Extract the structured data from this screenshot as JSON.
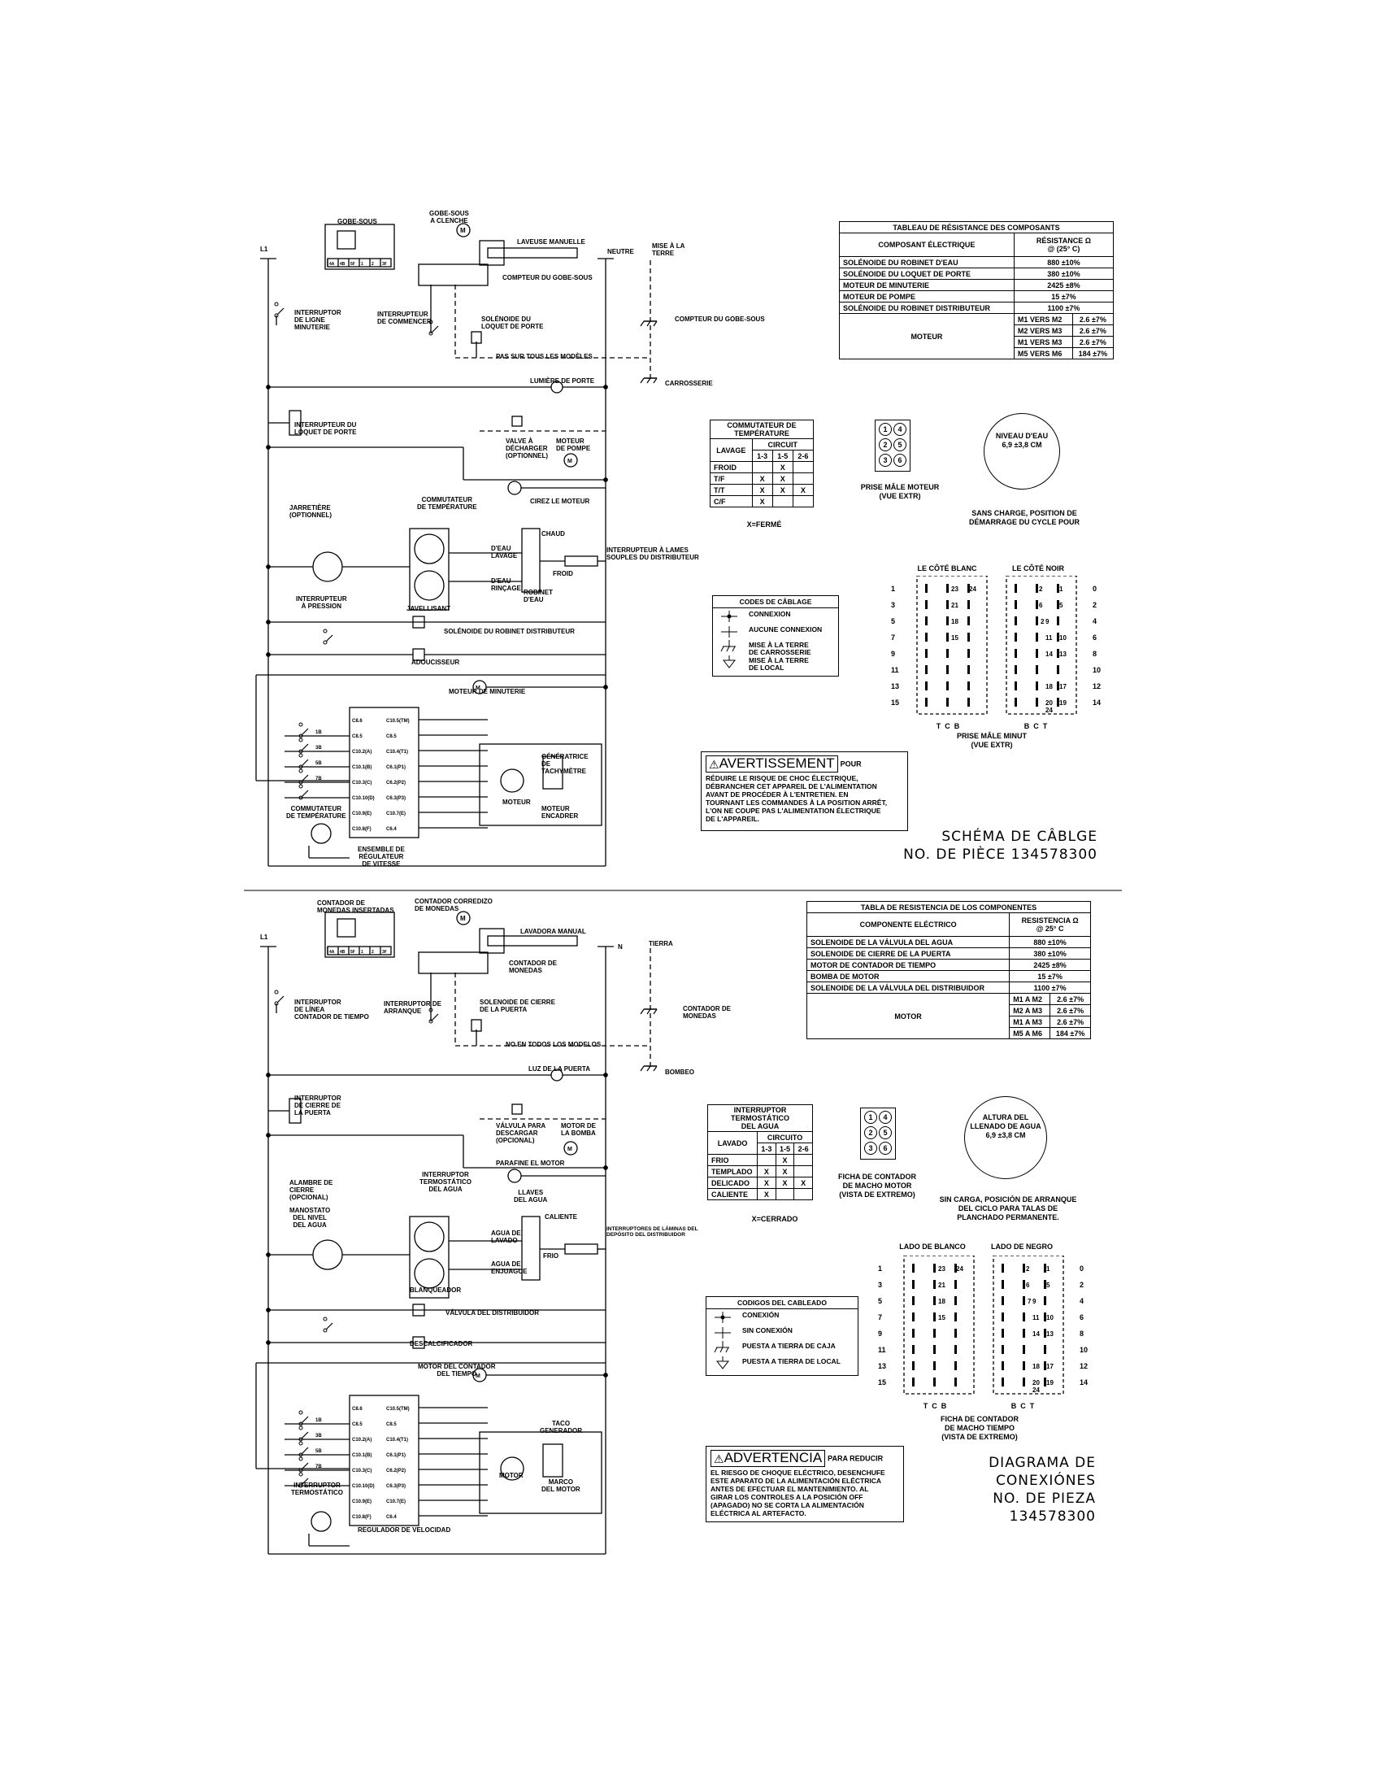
{
  "fr": {
    "labels": {
      "l1": "L1",
      "gobe_sous": "GOBE-SOUS",
      "gobe_sous_a_clenche": "GOBE-SOUS\nA CLENCHE",
      "laveuse_manuelle": "LAVEUSE MANUELLE",
      "neutre": "NEUTRE",
      "mise_terre": "MISE À LA\nTERRE",
      "compteur_gobe_sous_1": "COMPTEUR DU GOBE-SOUS",
      "compteur_gobe_sous_2": "COMPTEUR DU GOBE-SOUS",
      "interruptor_ligne": "INTERRUPTOR\nDE LIGNE\nMINUTERIE",
      "interrupteur_commencer": "INTERRUPTEUR\nDE COMMENCER",
      "solenoide_loquet": "SOLÉNOIDE DU\nLOQUET DE PORTE",
      "pas_sur_tous": "PAS SUR TOUS LES MODÈLES",
      "carrosserie": "CARROSSERIE",
      "lumiere_porte": "LUMIÈRE DE PORTE",
      "interrupteur_loquet": "INTERRUPTEUR DU\nLOQUET DE PORTE",
      "valve_decharger": "VALVE À\nDÉCHARGER\n(OPTIONNEL)",
      "moteur_pompe": "MOTEUR\nDE POMPE",
      "cirez_moteur": "CIREZ LE MOTEUR",
      "commutateur_temp": "COMMUTATEUR\nDE TEMPÉRATURE",
      "jarretiere": "JARRETIÈRE\n(OPTIONNEL)",
      "chaud": "CHAUD",
      "deau_lavage": "D'EAU\nLAVAGE",
      "deau_rincage": "D'EAU\nRINÇAGE",
      "robinet_deau": "ROBINET\nD'EAU",
      "froid": "FROID",
      "interrupteur_lames": "INTERRUPTEUR À LAMES\nSOUPLES DU DISTRIBUTEUR",
      "interrupteur_pression": "INTERRUPTEUR\nÀ PRESSION",
      "javellisant": "JAVELLISANT",
      "solenoide_robinet_dist": "SOLÉNOIDE DU ROBINET DISTRIBUTEUR",
      "adoucisseur": "ADOUCISSEUR",
      "moteur_minuterie": "MOTEUR DE MINUTERIE",
      "generatrice": "GÉNÉRATRICE\nDE\nTACHYMÈTRE",
      "moteur": "MOTEUR",
      "moteur_encadrer": "MOTEUR\nENCADRER",
      "commutateur_temp_2": "COMMUTATEUR\nDE TEMPÉRATURE",
      "ensemble_regulateur": "ENSEMBLE DE\nRÉGULATEUR\nDE VITESSE"
    },
    "resistance_table": {
      "title": "TABLEAU DE RÉSISTANCE DES COMPOSANTS",
      "col1": "COMPOSANT ÉLECTRIQUE",
      "col2": "RÉSISTANCE Ω\n@ (25° C)",
      "rows": [
        {
          "name": "SOLÉNOIDE DU ROBINET D'EAU",
          "value": "880 ±10%"
        },
        {
          "name": "SOLÉNOIDE DU LOQUET DE PORTE",
          "value": "380 ±10%"
        },
        {
          "name": "MOTEUR DE MINUTERIE",
          "value": "2425 ±8%"
        },
        {
          "name": "MOTEUR DE POMPE",
          "value": "15 ±7%"
        },
        {
          "name": "SOLÉNOIDE DU ROBINET DISTRIBUTEUR",
          "value": "1100 ±7%"
        }
      ],
      "motor_label": "MOTEUR",
      "motor_rows": [
        {
          "name": "M1 VERS M2",
          "value": "2.6 ±7%"
        },
        {
          "name": "M2 VERS M3",
          "value": "2.6 ±7%"
        },
        {
          "name": "M1 VERS M3",
          "value": "2.6 ±7%"
        },
        {
          "name": "M5 VERS M6",
          "value": "184 ±7%"
        }
      ]
    },
    "switch_table": {
      "title": "COMMUTATEUR DE\nTEMPÉRATURE",
      "circuit": "CIRCUIT",
      "row_head": "LAVAGE",
      "cols": [
        "1-3",
        "1-5",
        "2-6"
      ],
      "rows": [
        {
          "name": "FROID",
          "cells": [
            "",
            "X",
            ""
          ]
        },
        {
          "name": "T/F",
          "cells": [
            "X",
            "X",
            ""
          ]
        },
        {
          "name": "T/T",
          "cells": [
            "X",
            "X",
            "X"
          ]
        },
        {
          "name": "C/F",
          "cells": [
            "X",
            "",
            ""
          ]
        }
      ],
      "legend": "X=FERMÉ"
    },
    "plug": {
      "cells": [
        "1",
        "4",
        "2",
        "5",
        "3",
        "6"
      ],
      "caption": "PRISE MÂLE MOTEUR\n(VUE EXTR)"
    },
    "level": {
      "text": "NIVEAU D'EAU\n6,9 ±3,8 cm",
      "caption": "SANS CHARGE, POSITION DE\nDÉMARRAGE DU CYCLE POUR"
    },
    "codes": {
      "title": "CODES DE CÂBLAGE",
      "items": [
        "CONNEXION",
        "AUCUNE CONNEXION",
        "MISE À LA TERRE\nDE CARROSSERIE",
        "MISE À LA TERRE\nDE LOCAL"
      ]
    },
    "timer": {
      "left_title": "LE CÔTÉ BLANC",
      "right_title": "LE CÔTÉ NOIR",
      "left_nums": [
        "1",
        "3",
        "5",
        "7",
        "9",
        "11",
        "13",
        "15"
      ],
      "right_nums": [
        "0",
        "2",
        "4",
        "6",
        "8",
        "10",
        "12",
        "14"
      ],
      "inner_left": [
        "23",
        "24",
        "21",
        "18",
        "15"
      ],
      "inner_right": [
        "2",
        "1",
        "6",
        "5",
        "2",
        "9",
        "11",
        "10",
        "14",
        "13",
        "18",
        "17",
        "20",
        "19",
        "24"
      ],
      "left_foot": "T  C  B",
      "right_foot": "B  C  T",
      "caption": "PRISE MÂLE MINUT\n(VUE EXTR)"
    },
    "warning": {
      "head": "AVERTISSEMENT",
      "tail": "POUR",
      "body": "RÉDUIRE LE RISQUE DE CHOC ÉLECTRIQUE,\nDÉBRANCHER CET APPAREIL DE L'ALIMENTATION\nAVANT DE PROCÉDER À L'ENTRETIEN. EN\nTOURNANT LES COMMANDES À LA POSITION ARRÊT,\nL'ON NE COUPE PAS L'ALIMENTATION ÉLECTRIQUE\nDE L'APPAREIL."
    },
    "title": "SCHÉMA DE CÂBLGE\nNO. DE PIÈCE 134578300"
  },
  "es": {
    "labels": {
      "l1": "L1",
      "contador_monedas_ins": "CONTADOR DE\nMONEDAS INSERTADAS",
      "contador_corredizo": "CONTADOR CORREDIZO\nDE MONEDAS",
      "lavadora_manual": "LAVADORA MANUAL",
      "n": "N",
      "tierra": "TIERRA",
      "contador_monedas": "CONTADOR DE\nMONEDAS",
      "contador_monedas_2": "CONTADOR DE\nMONEDAS",
      "interruptor_linea": "INTERRUPTOR\nDE LÍNEA\nCONTADOR DE TIEMPO",
      "interruptor_arranque": "INTERRUPTOR DE\nARRANQUE",
      "solenoide_cierre": "SOLENOIDE DE CIERRE\nDE LA PUERTA",
      "no_en_todos": "NO EN TODOS LOS MODELOS",
      "bombeo": "BOMBEO",
      "luz_puerta": "LUZ DE LA PUERTA",
      "interruptor_cierre": "INTERRUPTOR\nDE CIERRE DE\nLA PUERTA",
      "valvula_descargar": "VÁLVULA PARA\nDESCARGAR\n(OPCIONAL)",
      "motor_bomba": "MOTOR DE\nLA BOMBA",
      "parafine_motor": "PARAFINE EL MOTOR",
      "alambre_cierre": "ALAMBRE DE\nCIERRE\n(OPCIONAL)",
      "interruptor_termostatico": "INTERRUPTOR\nTERMOSTÁTICO\nDEL AGUA",
      "llaves_agua": "LLAVES\nDEL AGUA",
      "caliente": "CALIENTE",
      "agua_lavado": "AGUA DE\nLAVADO",
      "agua_enjuague": "AGUA DE\nENJUAGUE",
      "frio": "FRIO",
      "manostato": "MANOSTATO\nDEL NIVEL\nDEL AGUA",
      "interruptores_laminas": "INTERRUPTORES DE LÁMINAS DEL\nDEPÓSITO DEL DISTRIBUIDOR",
      "blanqueador": "BLANQUEADOR",
      "valvula_distribuidor": "VÁLVULA DEL DISTRIBUIDOR",
      "descalcificador": "DESCALCIFICADOR",
      "motor_contador": "MOTOR DEL CONTADOR\nDEL TIEMPO",
      "taco_generador": "TACO\nGENERADOR",
      "motor": "MOTOR",
      "marco_motor": "MARCO\nDEL MOTOR",
      "interruptor_termo_2": "INTERRUPTOR\nTERMOSTÁTICO",
      "regulador_velocidad": "REGULADOR DE VELOCIDAD"
    },
    "resistance_table": {
      "title": "TABLA DE RESISTENCIA DE LOS COMPONENTES",
      "col1": "COMPONENTE ELÉCTRICO",
      "col2": "RESISTENCIA Ω\n@ 25° C",
      "rows": [
        {
          "name": "SOLENOIDE DE LA VÁLVULA DEL AGUA",
          "value": "880 ±10%"
        },
        {
          "name": "SOLENOIDE DE CIERRE DE LA PUERTA",
          "value": "380 ±10%"
        },
        {
          "name": "MOTOR DE CONTADOR DE TIEMPO",
          "value": "2425 ±8%"
        },
        {
          "name": "BOMBA DE MOTOR",
          "value": "15 ±7%"
        },
        {
          "name": "SOLENOIDE DE LA VÁLVULA DEL DISTRIBUIDOR",
          "value": "1100 ±7%"
        }
      ],
      "motor_label": "MOTOR",
      "motor_rows": [
        {
          "name": "M1 A M2",
          "value": "2.6 ±7%"
        },
        {
          "name": "M2 A M3",
          "value": "2.6 ±7%"
        },
        {
          "name": "M1 A M3",
          "value": "2.6 ±7%"
        },
        {
          "name": "M5 A M6",
          "value": "184 ±7%"
        }
      ]
    },
    "switch_table": {
      "title": "INTERRUPTOR\nTERMOSTÁTICO\nDEL AGUA",
      "circuit": "CIRCUITO",
      "row_head": "LAVADO",
      "cols": [
        "1-3",
        "1-5",
        "2-6"
      ],
      "rows": [
        {
          "name": "FRIO",
          "cells": [
            "",
            "X",
            ""
          ]
        },
        {
          "name": "TEMPLADO",
          "cells": [
            "X",
            "X",
            ""
          ]
        },
        {
          "name": "DELICADO",
          "cells": [
            "X",
            "X",
            "X"
          ]
        },
        {
          "name": "CALIENTE",
          "cells": [
            "X",
            "",
            ""
          ]
        }
      ],
      "legend": "X=CERRADO"
    },
    "plug": {
      "cells": [
        "1",
        "4",
        "2",
        "5",
        "3",
        "6"
      ],
      "caption": "FICHA DE CONTADOR\nDE MACHO MOTOR\n(VISTA DE EXTREMO)"
    },
    "level": {
      "text": "ALTURA DEL\nLLENADO DE AGUA\n6,9 ±3,8 cm",
      "caption": "SIN CARGA, POSICIÓN DE ARRANQUE\nDEL CICLO PARA TALAS DE\nPLANCHADO PERMANENTE."
    },
    "codes": {
      "title": "CODIGOS DEL CABLEADO",
      "items": [
        "CONEXIÓN",
        "SIN CONEXIÓN",
        "PUESTA A TIERRA DE CAJA",
        "PUESTA A TIERRA DE LOCAL"
      ]
    },
    "timer": {
      "left_title": "LADO DE BLANCO",
      "right_title": "LADO DE NEGRO",
      "left_nums": [
        "1",
        "3",
        "5",
        "7",
        "9",
        "11",
        "13",
        "15"
      ],
      "right_nums": [
        "0",
        "2",
        "4",
        "6",
        "8",
        "10",
        "12",
        "14"
      ],
      "inner_left": [
        "23",
        "24",
        "21",
        "18",
        "15"
      ],
      "inner_right": [
        "2",
        "1",
        "6",
        "5",
        "7",
        "9",
        "11",
        "10",
        "14",
        "13",
        "18",
        "17",
        "20",
        "19",
        "24"
      ],
      "left_foot": "T  C  B",
      "right_foot": "B  C  T",
      "caption": "FICHA DE CONTADOR\nDE MACHO TIEMPO\n(VISTA DE EXTREMO)"
    },
    "warning": {
      "head": "ADVERTENCIA",
      "tail": "PARA REDUCIR",
      "body": "EL RIESGO DE CHOQUE ELÉCTRICO, DESENCHUFE\nESTE APARATO DE LA ALIMENTACIÓN ELÉCTRICA\nANTES DE EFECTUAR EL MANTENIMIENTO. AL\nGIRAR LOS CONTROLES A LA POSICIÓN OFF\n(APAGADO) NO SE CORTA LA ALIMENTACIÓN\nELÉCTRICA AL ARTEFACTO."
    },
    "title": "DIAGRAMA DE\nCONEXIÓNES\nNO. DE PIEZA\n134578300"
  },
  "terminals": {
    "coin_block": [
      "4A",
      "4B",
      "5F",
      "1",
      "2",
      "3F"
    ],
    "timer_left": [
      "C8.6",
      "C8.5",
      "C10.2(A)",
      "C10.1(B)",
      "C10.3(C)",
      "C10.10(D)",
      "C10.9(E)",
      "C10.8(F)"
    ],
    "timer_right": [
      "C10.5(TM)",
      "C8.5",
      "C10.4(T1)",
      "C6.1(P1)",
      "C6.2(P2)",
      "C6.3(P3)",
      "C10.7(E)",
      "C6.4"
    ],
    "circuit_nums": [
      "1B",
      "3B",
      "5B",
      "7B"
    ]
  }
}
